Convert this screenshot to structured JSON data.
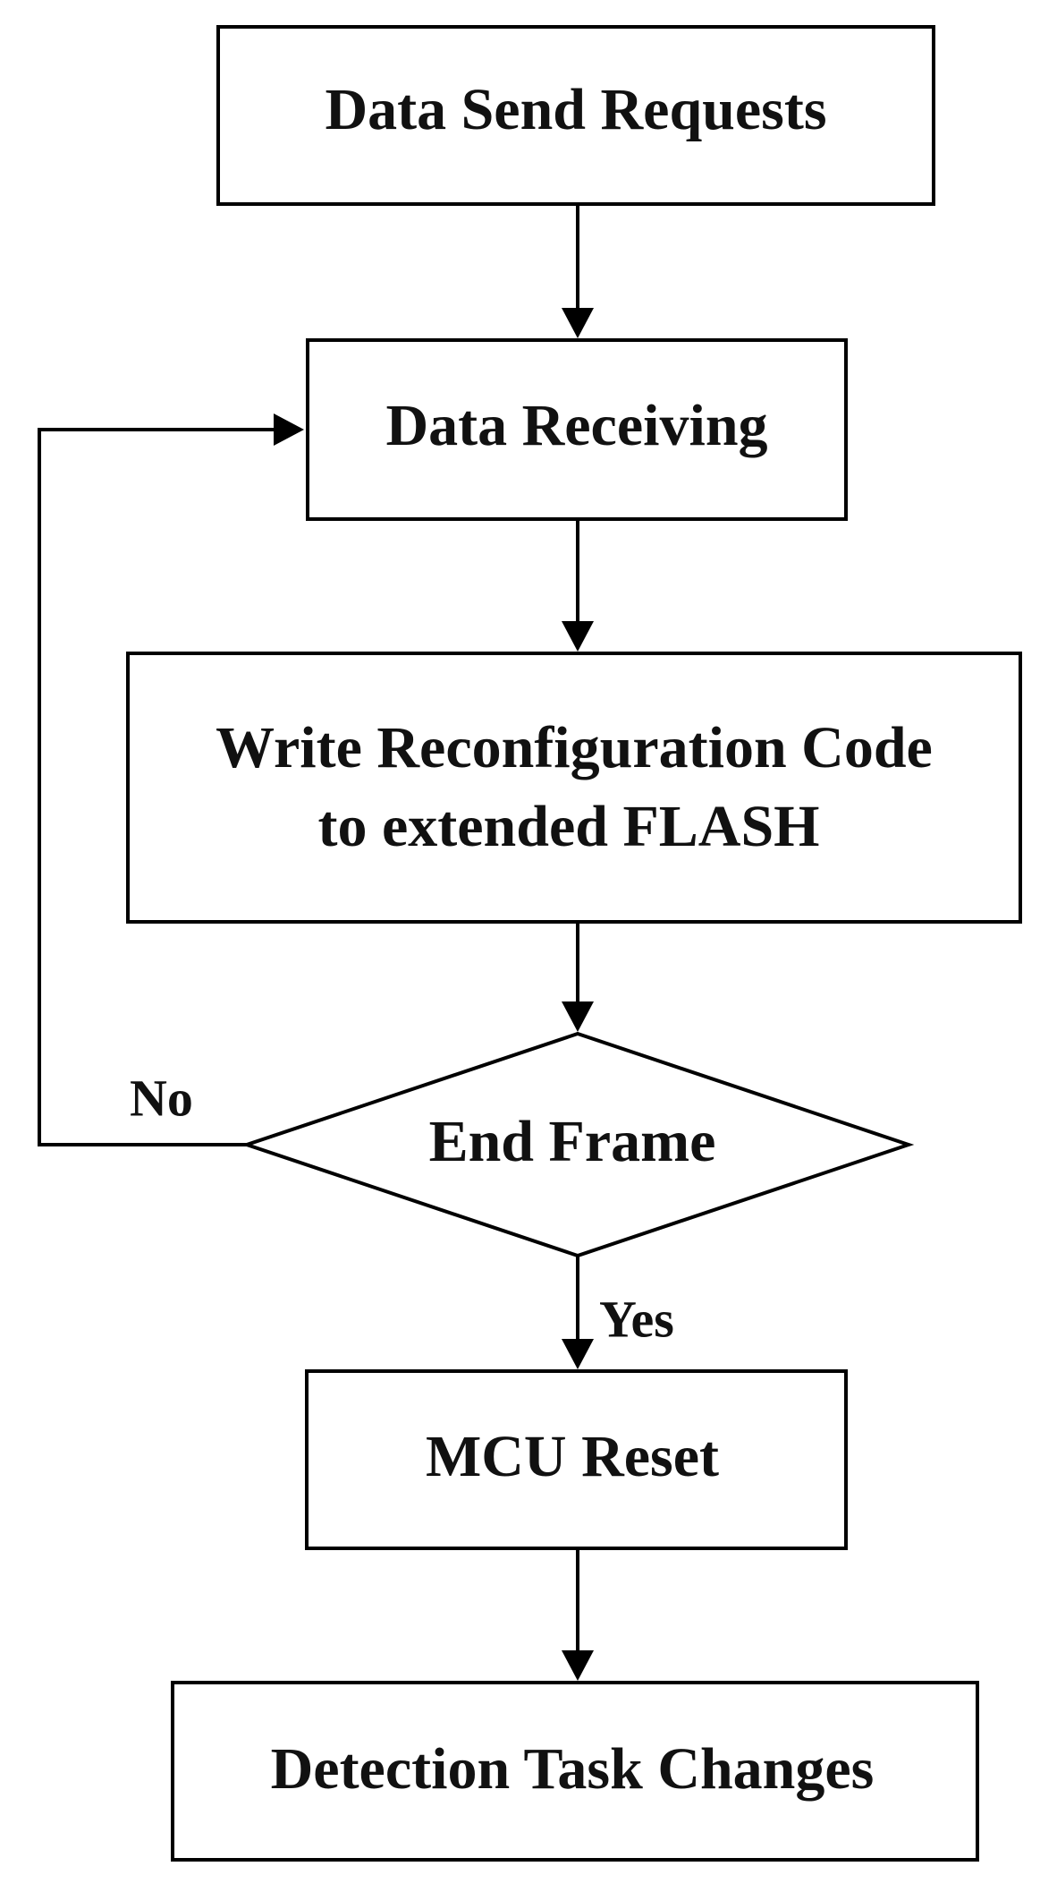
{
  "diagram": {
    "nodes": {
      "data_send_requests": {
        "label": "Data Send Requests"
      },
      "data_receiving": {
        "label": "Data Receiving"
      },
      "write_reconfig": {
        "line1": "Write Reconfiguration Code",
        "line2": "to extended FLASH"
      },
      "end_frame": {
        "label": "End Frame"
      },
      "mcu_reset": {
        "label": "MCU Reset"
      },
      "detection_task_changes": {
        "label": "Detection Task Changes"
      }
    },
    "edges": {
      "no_label": "No",
      "yes_label": "Yes"
    },
    "colors": {
      "stroke": "#000000",
      "text": "#111111",
      "background": "#ffffff"
    }
  }
}
